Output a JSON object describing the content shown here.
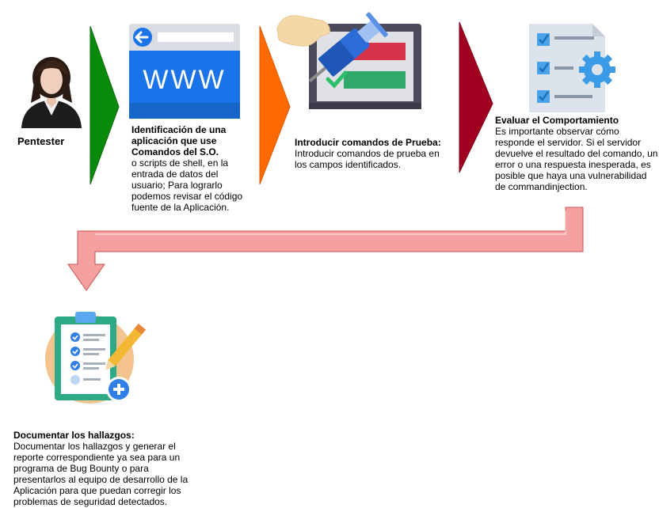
{
  "actor": {
    "label": "Pentester"
  },
  "steps": [
    {
      "title": "Identificación de una aplicación que use Comandos del S.O.",
      "body": "o scripts de shell, en la entrada de datos del usuario; Para lograrlo podemos revisar el código fuente de la Aplicación.",
      "icon": "www-browser-icon"
    },
    {
      "title": "Introducir comandos de Prueba:",
      "body": "Introducir comandos de prueba en los campos identificados.",
      "icon": "injection-laptop-icon"
    },
    {
      "title": "Evaluar el Comportamiento",
      "body": "Es importante observar cómo responde el servidor. Si el servidor devuelve el resultado del comando, un error o una respuesta inesperada, es posible que haya una vulnerabilidad de commandinjection.",
      "icon": "checklist-gear-icon"
    },
    {
      "title": "Documentar los hallazgos:",
      "body": "Documentar los hallazgos y generar el reporte correspondiente ya sea para un programa de Bug Bounty o para presentarlos al equipo de desarrollo de la Aplicación para que puedan corregir los problemas de seguridad detectados.",
      "icon": "clipboard-report-icon"
    }
  ],
  "colors": {
    "arrow1": "#0a8a0a",
    "arrow2": "#ff6a00",
    "arrow3": "#a00020",
    "returnArrow": "#f08080",
    "browserBlue": "#1a73e8",
    "laptop": "#4a4a5a"
  }
}
